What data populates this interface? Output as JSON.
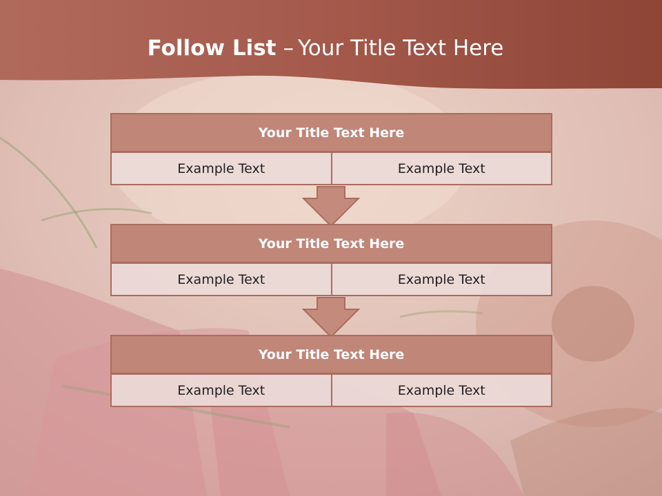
{
  "slide": {
    "title_bold": "Follow List",
    "title_dash": "–",
    "title_rest": "Your Title Text Here"
  },
  "steps": [
    {
      "title": "Your Title Text Here",
      "left_text": "Example Text",
      "right_text": "Example Text"
    },
    {
      "title": "Your Title Text Here",
      "left_text": "Example Text",
      "right_text": "Example Text"
    },
    {
      "title": "Your Title Text Here",
      "left_text": "Example Text",
      "right_text": "Example Text"
    }
  ],
  "colors": {
    "header_band": "#a2584a",
    "block_title_fill": "#c08678",
    "block_border": "#a96c60",
    "cell_fill": "#ecdad8",
    "arrow_fill": "#c48a7c"
  }
}
